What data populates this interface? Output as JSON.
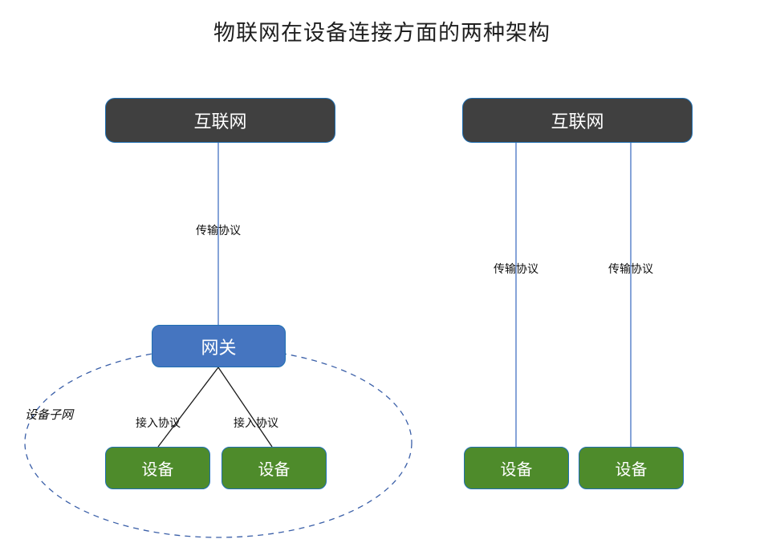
{
  "title": "物联网在设备连接方面的两种架构",
  "colors": {
    "background": "#ffffff",
    "internet_fill": "#404040",
    "gateway_fill": "#4575C0",
    "device_fill": "#4E8B2B",
    "node_border": "#1f6FB2",
    "transport_line": "#4472C4",
    "access_line": "#1a1a1a",
    "subnet_ellipse": "#3A5FA8",
    "label_text": "#101010",
    "node_text": "#ffffff"
  },
  "architecture_left": {
    "name": "gateway-architecture",
    "internet": {
      "label": "互联网"
    },
    "gateway": {
      "label": "网关"
    },
    "devices": [
      {
        "label": "设备"
      },
      {
        "label": "设备"
      }
    ],
    "transport_edge_label": "传输协议",
    "access_edge_labels": [
      "接入协议",
      "接入协议"
    ],
    "subnet_label": "设备子网"
  },
  "architecture_right": {
    "name": "direct-architecture",
    "internet": {
      "label": "互联网"
    },
    "devices": [
      {
        "label": "设备"
      },
      {
        "label": "设备"
      }
    ],
    "transport_edge_labels": [
      "传输协议",
      "传输协议"
    ]
  }
}
